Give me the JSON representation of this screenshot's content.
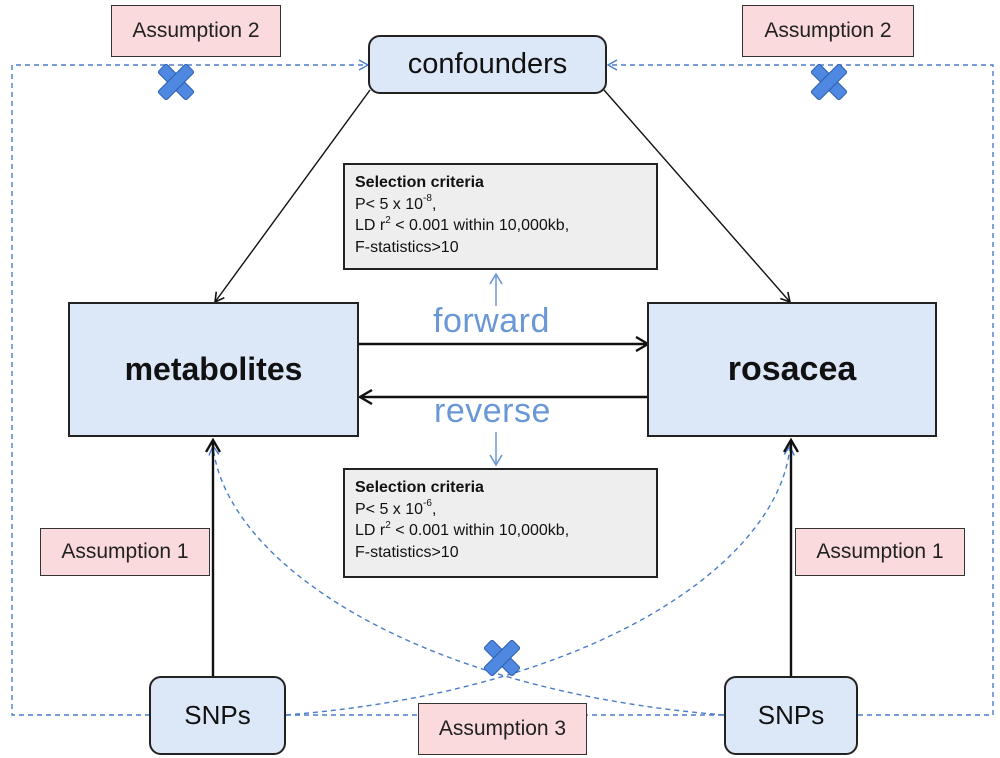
{
  "nodes": {
    "confounders": "confounders",
    "metabolites": "metabolites",
    "rosacea": "rosacea",
    "snps_left": "SNPs",
    "snps_right": "SNPs"
  },
  "assumptions": {
    "top_left": "Assumption 2",
    "top_right": "Assumption 2",
    "mid_left": "Assumption 1",
    "mid_right": "Assumption 1",
    "bottom": "Assumption 3"
  },
  "directions": {
    "forward": "forward",
    "reverse": "reverse"
  },
  "criteria_forward": {
    "title": "Selection criteria",
    "p_prefix": "P< 5 x 10",
    "p_exponent": "-8",
    "p_suffix": ",",
    "ld_prefix": "LD r",
    "ld_exponent": "2",
    "ld_suffix": " < 0.001 within 10,000kb,",
    "f_stat": "F-statistics>10"
  },
  "criteria_reverse": {
    "title": "Selection criteria",
    "p_prefix": "P< 5 x 10",
    "p_exponent": "-6",
    "p_suffix": ",",
    "ld_prefix": "LD r",
    "ld_exponent": "2",
    "ld_suffix": " < 0.001 within 10,000kb,",
    "f_stat": "F-statistics>10"
  },
  "colors": {
    "node_fill": "#dce8f7",
    "assumption_fill": "#fadadd",
    "criteria_fill": "#eeeeee",
    "dashed_line": "#4a7cc9",
    "cross": "#4f88e0",
    "direction_text": "#6a97d6"
  }
}
